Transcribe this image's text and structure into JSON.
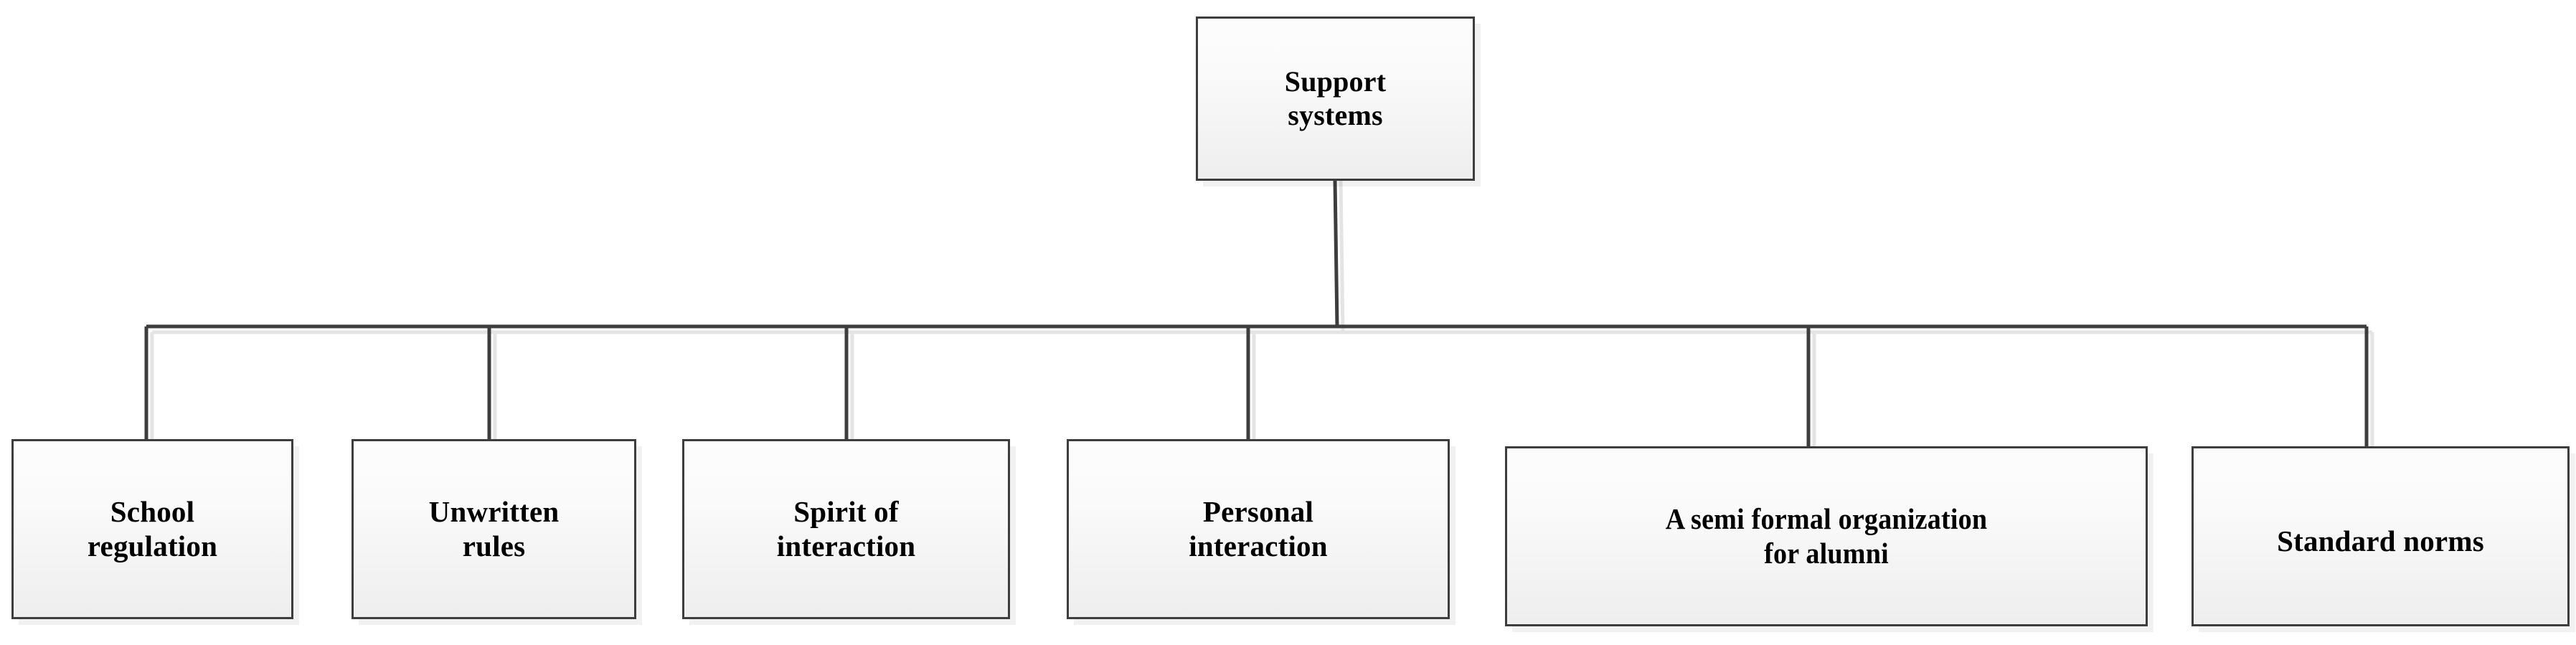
{
  "diagram": {
    "type": "organizational-tree",
    "orientation": "top-down",
    "root": {
      "label": "Support systems",
      "lines": [
        "Support",
        "systems"
      ]
    },
    "children": [
      {
        "label": "School regulation",
        "lines": [
          "School",
          "regulation"
        ]
      },
      {
        "label": "Unwritten rules",
        "lines": [
          "Unwritten",
          "rules"
        ]
      },
      {
        "label": "Spirit of interaction",
        "lines": [
          "Spirit of",
          "interaction"
        ]
      },
      {
        "label": "Personal interaction",
        "lines": [
          "Personal",
          "interaction"
        ]
      },
      {
        "label": "A semi formal organization for alumni",
        "lines": [
          "A semi formal organization",
          "for alumni"
        ]
      },
      {
        "label": "Standard norms",
        "lines": [
          "Standard norms"
        ]
      }
    ],
    "colors": {
      "box_border": "#3d3d3d",
      "box_fill_top": "#fdfdfd",
      "box_fill_bottom": "#eeeeee",
      "connector": "#3d3d3d",
      "connector_shadow": "#e4e4e4",
      "text": "#000000",
      "background": "#ffffff"
    }
  }
}
